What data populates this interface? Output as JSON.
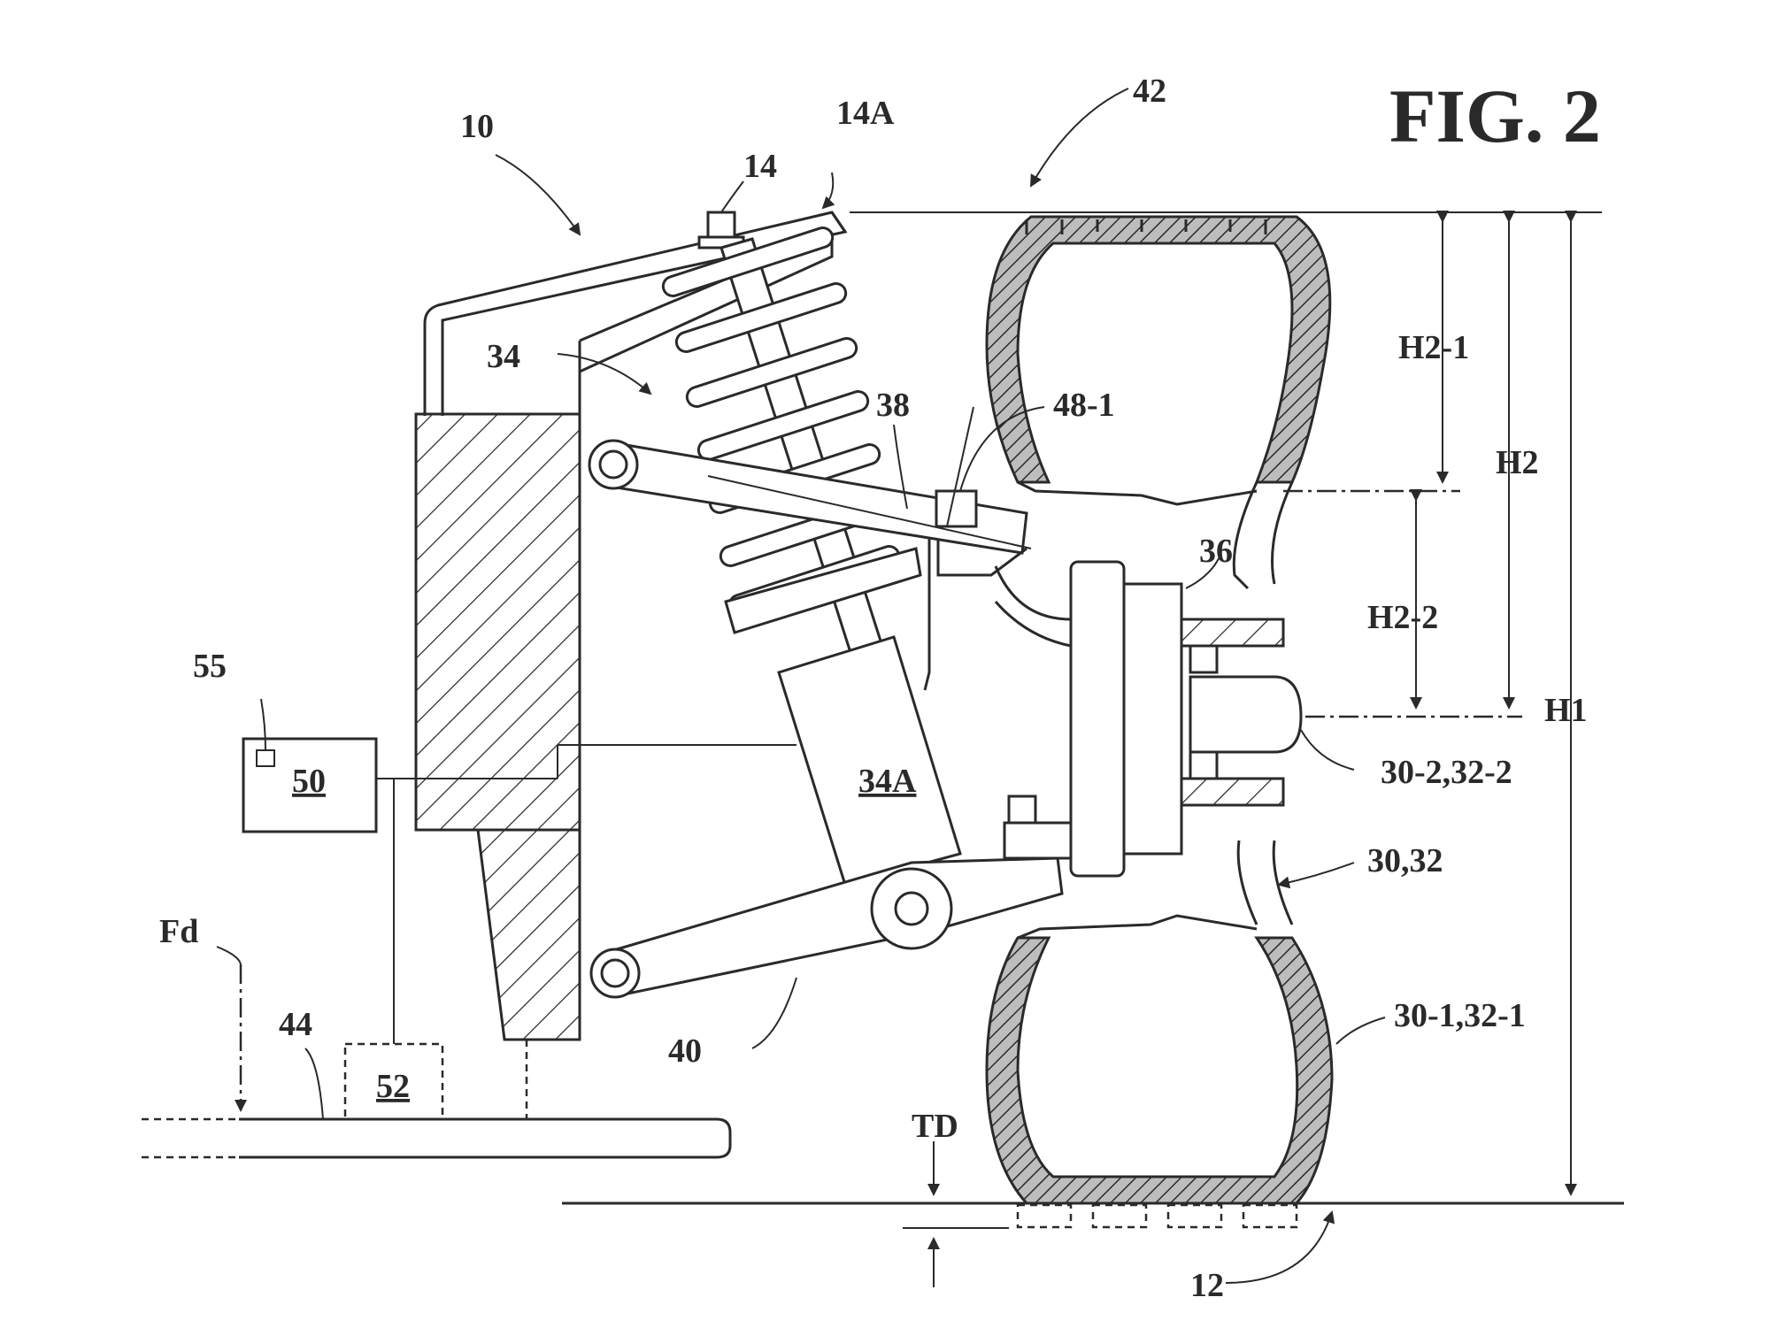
{
  "figure": {
    "title": "FIG. 2",
    "labels": {
      "l10": "10",
      "l14": "14",
      "l14a": "14A",
      "l42": "42",
      "l34": "34",
      "l38": "38",
      "l48_1": "48-1",
      "l36": "36",
      "l55": "55",
      "l50": "50",
      "l34a": "34A",
      "lfd": "Fd",
      "l44": "44",
      "l52": "52",
      "l40": "40",
      "lh2_1": "H2-1",
      "lh2": "H2",
      "lh2_2": "H2-2",
      "lh1": "H1",
      "l30_2": "30-2,32-2",
      "l30": "30,32",
      "l30_1": "30-1,32-1",
      "ltd": "TD",
      "l12": "12"
    }
  }
}
